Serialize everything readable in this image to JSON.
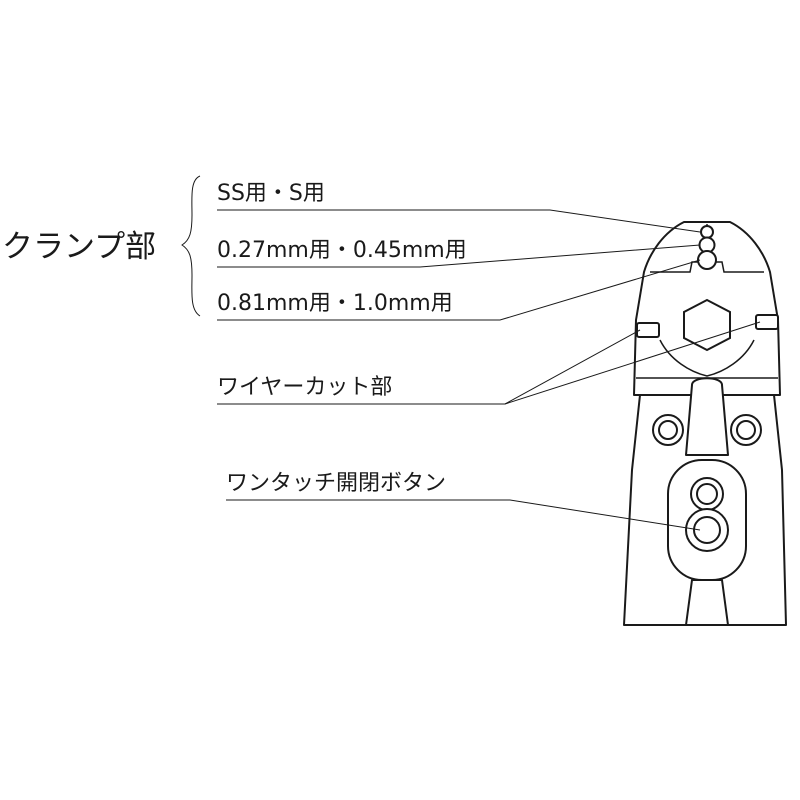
{
  "labels": {
    "clamp_group": "クランプ部",
    "clamp_ss_s": "SS用・S用",
    "clamp_027_045": "0.27mm用・0.45mm用",
    "clamp_081_10": "0.81mm用・1.0mm用",
    "wire_cut": "ワイヤーカット部",
    "one_touch_button": "ワンタッチ開閉ボタン"
  }
}
